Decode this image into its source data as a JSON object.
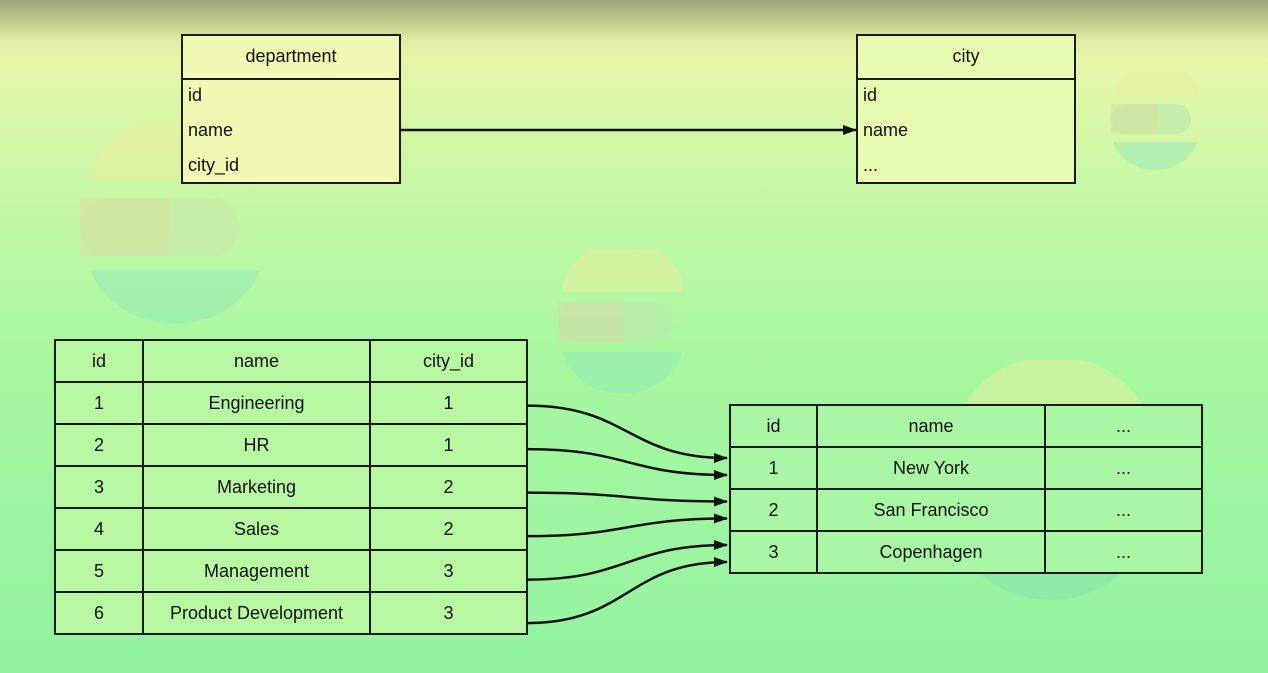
{
  "schema": {
    "department": {
      "title": "department",
      "fields": [
        "id",
        "name",
        "city_id"
      ]
    },
    "city": {
      "title": "city",
      "fields": [
        "id",
        "name",
        "..."
      ]
    }
  },
  "department_table": {
    "headers": [
      "id",
      "name",
      "city_id"
    ],
    "rows": [
      [
        "1",
        "Engineering",
        "1"
      ],
      [
        "2",
        "HR",
        "1"
      ],
      [
        "3",
        "Marketing",
        "2"
      ],
      [
        "4",
        "Sales",
        "2"
      ],
      [
        "5",
        "Management",
        "3"
      ],
      [
        "6",
        "Product Development",
        "3"
      ]
    ]
  },
  "city_table": {
    "headers": [
      "id",
      "name",
      "..."
    ],
    "rows": [
      [
        "1",
        "New York",
        "..."
      ],
      [
        "2",
        "San Francisco",
        "..."
      ],
      [
        "3",
        "Copenhagen",
        "..."
      ]
    ]
  },
  "links": [
    {
      "from_row": 1,
      "to_row": 1
    },
    {
      "from_row": 2,
      "to_row": 1
    },
    {
      "from_row": 3,
      "to_row": 2
    },
    {
      "from_row": 4,
      "to_row": 2
    },
    {
      "from_row": 5,
      "to_row": 3
    },
    {
      "from_row": 6,
      "to_row": 3
    }
  ],
  "colors": {
    "line": "#111111",
    "decor_yellow": "#e8ee9a",
    "decor_teal": "#8fe6b8"
  }
}
